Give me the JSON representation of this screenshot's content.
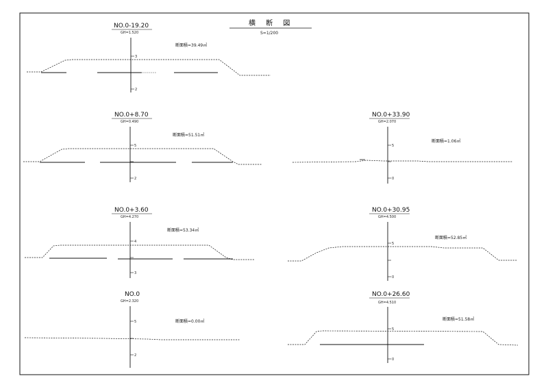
{
  "drawing": {
    "title": "横 断 図",
    "scale": "S=1/200"
  },
  "sections": [
    {
      "id": "s1",
      "station": "NO.0-19.20",
      "gh": "GH=1.520",
      "area": "断面積=39.49㎡",
      "ticks": [
        "3",
        "",
        "2"
      ]
    },
    {
      "id": "s2",
      "station": "NO.0+8.70",
      "gh": "GH=0.490",
      "area": "断面積=51.51㎡",
      "ticks": [
        "5",
        "",
        "2"
      ]
    },
    {
      "id": "s3",
      "station": "NO.0+33.90",
      "gh": "GH=2.070",
      "area": "断面積=1.06㎡",
      "ticks": [
        "5",
        "",
        "0"
      ]
    },
    {
      "id": "s4",
      "station": "NO.0+3.60",
      "gh": "GH=4.270",
      "area": "断面積=53.34㎡",
      "ticks": [
        "4",
        "",
        "3"
      ]
    },
    {
      "id": "s5",
      "station": "NO.0+30.95",
      "gh": "GH=4.500",
      "area": "断面積=52.85㎡",
      "ticks": [
        "5",
        "",
        "0"
      ]
    },
    {
      "id": "s6",
      "station": "NO.0",
      "gh": "GH=2.320",
      "area": "断面積=0.00㎡",
      "ticks": [
        "5",
        "",
        "2"
      ]
    },
    {
      "id": "s7",
      "station": "NO.0+26.60",
      "gh": "GH=4.510",
      "area": "断面積=51.58㎡",
      "ticks": [
        "5",
        "",
        "0"
      ]
    }
  ]
}
